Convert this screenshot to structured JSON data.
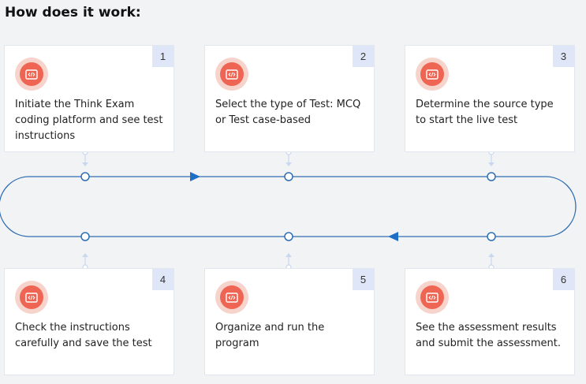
{
  "title": "How does it work:",
  "steps": [
    {
      "number": "1",
      "text": "Initiate the Think Exam coding platform and see test instructions"
    },
    {
      "number": "2",
      "text": "Select the type of Test: MCQ or Test case-based"
    },
    {
      "number": "3",
      "text": "Determine the source type to start the live test"
    },
    {
      "number": "4",
      "text": "Check the instructions carefully and save the test"
    },
    {
      "number": "5",
      "text": "Organize and run the program"
    },
    {
      "number": "6",
      "text": "See the assessment results and submit the assessment."
    }
  ],
  "colors": {
    "accent": "#ee6553",
    "accent_light": "#f6d3cb",
    "line": "#2f6fb2",
    "connector": "#c9d8ee",
    "number_bg": "#dfe6f7"
  },
  "icons": {
    "step_icon": "code-window-icon"
  }
}
